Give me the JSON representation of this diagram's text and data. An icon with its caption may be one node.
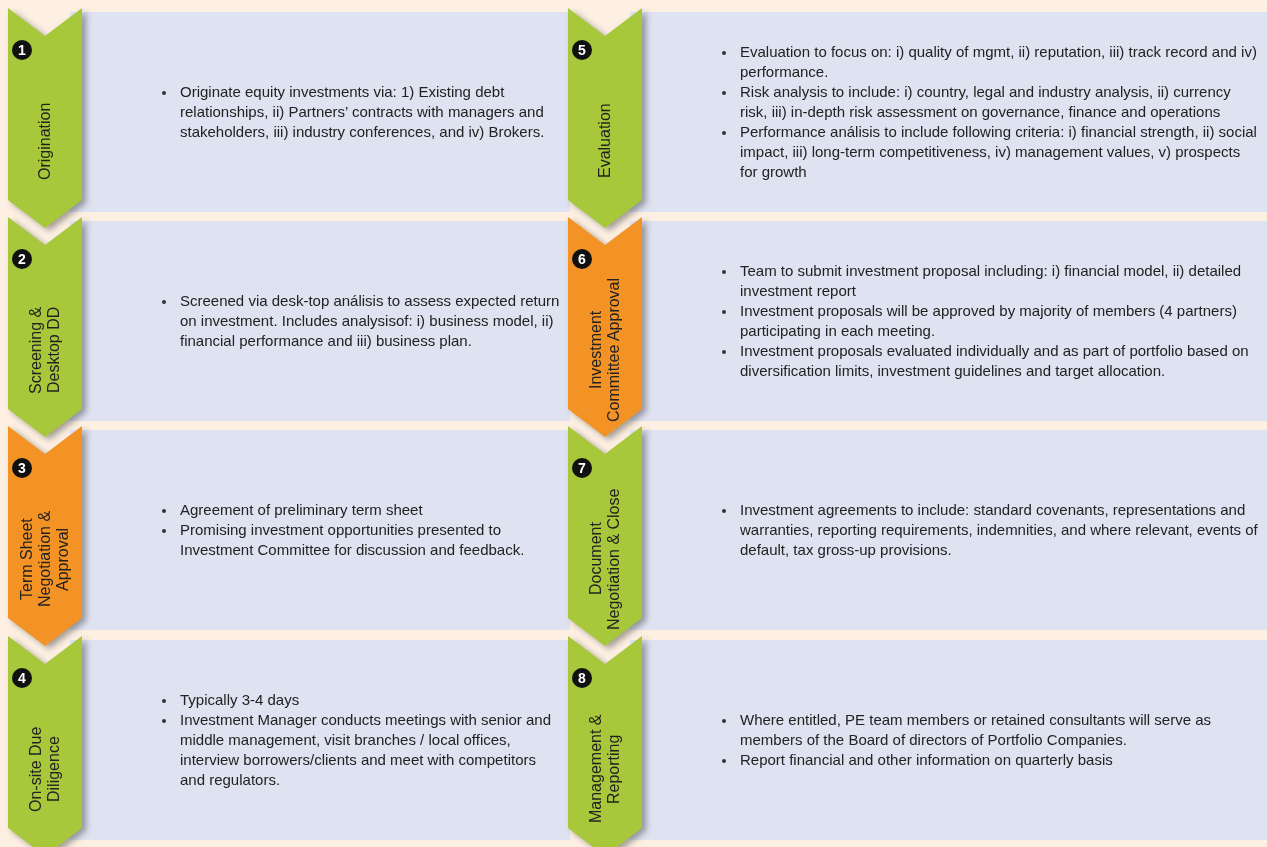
{
  "diagram": {
    "nodes": [
      {
        "text": [
          "1",
          "Origination"
        ]
      },
      {
        "text": [
          "Originate equity investments via: 1) Existing debt relationships, ii) Partners’ contracts with managers and stakeholders, iii) industry conferences, and iv) Brokers."
        ]
      },
      {
        "text": [
          "2",
          "Screening & Desktop DD"
        ]
      },
      {
        "text": [
          "Screened via desk-top análisis to assess expected return on investment. Includes analysisof: i) business model, ii) financial performance and iii) business plan."
        ]
      },
      {
        "text": [
          "3",
          "Term Sheet Negotiation & Approval"
        ]
      },
      {
        "text": [
          "Agreement of preliminary term sheet",
          "Promising investment opportunities presented to Investment Committee for discussion and feedback."
        ]
      },
      {
        "text": [
          "4",
          "On-site Due Diligence"
        ]
      },
      {
        "text": [
          "Typically 3-4 days",
          "Investment Manager conducts meetings with senior and middle management, visit branches / local offices, interview borrowers/clients and meet with competitors and regulators."
        ]
      },
      {
        "text": [
          "5",
          "Evaluation"
        ]
      },
      {
        "text": [
          "Evaluation to focus on: i) quality of mgmt, ii) reputation, iii) track record and iv) performance.",
          "Risk analysis to include: i) country, legal and industry analysis, ii) currency risk, iii) in-depth risk assessment on governance, finance and operations",
          "Performance análisis to include following criteria: i) financial strength, ii) social impact, iii) long-term competitiveness, iv) management values, v) prospects for growth"
        ]
      },
      {
        "text": [
          "6",
          "Investment Committee Approval"
        ]
      },
      {
        "text": [
          "Team to submit investment proposal including: i) financial model, ii) detailed investment report",
          "Investment proposals will be approved by majority of members (4 partners) participating in each meeting.",
          "Investment proposals evaluated individually and as part of portfolio based on diversification limits, investment guidelines and target allocation."
        ]
      },
      {
        "text": [
          "7",
          "Document Negotiation & Close"
        ]
      },
      {
        "text": [
          "Investment agreements to include: standard covenants, representations and warranties, reporting requirements, indemnities, and where relevant, events of default, tax gross-up provisions."
        ]
      },
      {
        "text": [
          "8",
          "Management & Reporting"
        ]
      },
      {
        "text": [
          "Where entitled, PE team members or retained consultants will serve as members of the Board of directors of Portfolio Companies.",
          "Report financial and other information on quarterly basis"
        ]
      }
    ]
  }
}
